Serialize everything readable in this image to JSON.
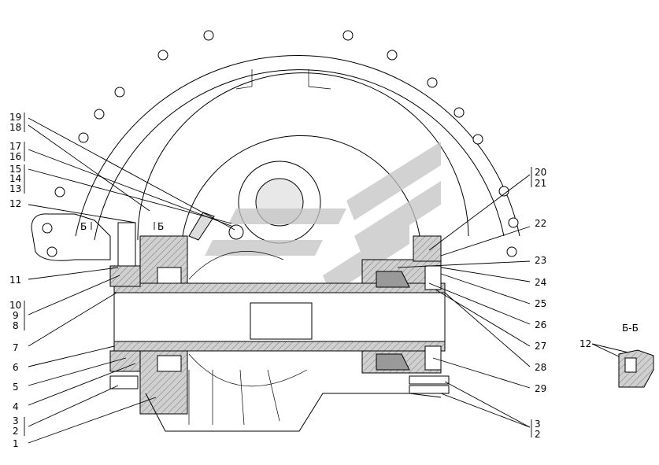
{
  "diagram": {
    "left_labels": [
      "19",
      "18",
      "17",
      "16",
      "15",
      "14",
      "13",
      "12",
      "11",
      "10",
      "9",
      "8",
      "7",
      "6",
      "5",
      "4",
      "3",
      "2",
      "1"
    ],
    "right_labels": [
      "20",
      "21",
      "22",
      "23",
      "24",
      "25",
      "26",
      "27",
      "28",
      "29",
      "3",
      "2"
    ],
    "section_marks": {
      "left": "Б",
      "right": "Б"
    },
    "inset": {
      "title": "Б-Б",
      "label": "12"
    }
  },
  "colors": {
    "line": "#000000",
    "hatch": "#cccccc",
    "watermark": "#bdbdbd"
  }
}
